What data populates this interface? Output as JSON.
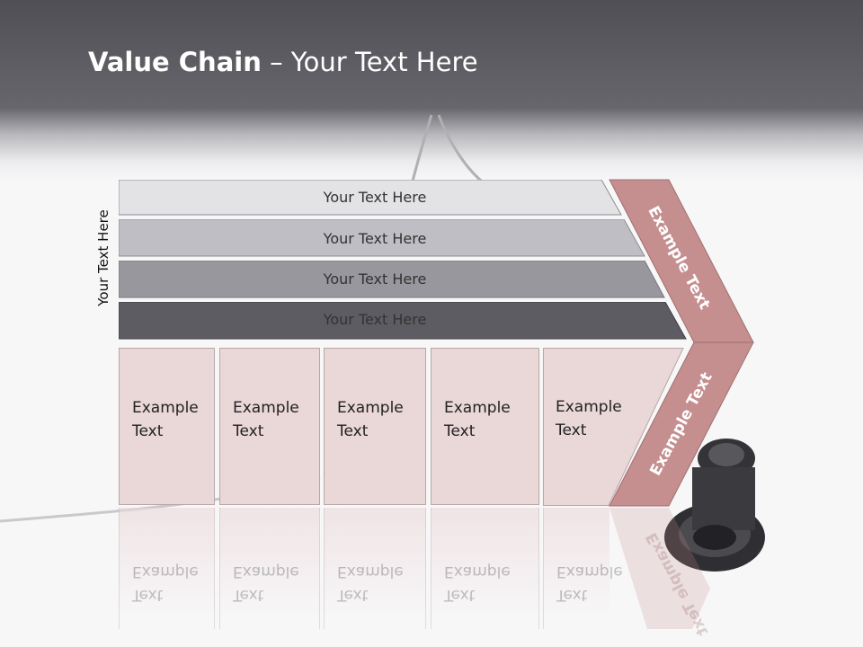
{
  "slide": {
    "title_bold": "Value Chain",
    "title_rest": " – Your Text Here"
  },
  "side_label": "Your Text Here",
  "bars": [
    {
      "label": "Your Text Here",
      "fill": "#e3e3e6"
    },
    {
      "label": "Your Text Here",
      "fill": "#bebec4"
    },
    {
      "label": "Your Text Here",
      "fill": "#97979d"
    },
    {
      "label": "Your Text Here",
      "fill": "#5c5c62"
    }
  ],
  "boxes": [
    {
      "line1": "Example",
      "line2": "Text"
    },
    {
      "line1": "Example",
      "line2": "Text"
    },
    {
      "line1": "Example",
      "line2": "Text"
    },
    {
      "line1": "Example",
      "line2": "Text"
    },
    {
      "line1": "Example",
      "line2": "Text"
    }
  ],
  "chevron": {
    "upper_label": "Example Text",
    "lower_label": "Example Text",
    "fill": "#c58e8f"
  }
}
